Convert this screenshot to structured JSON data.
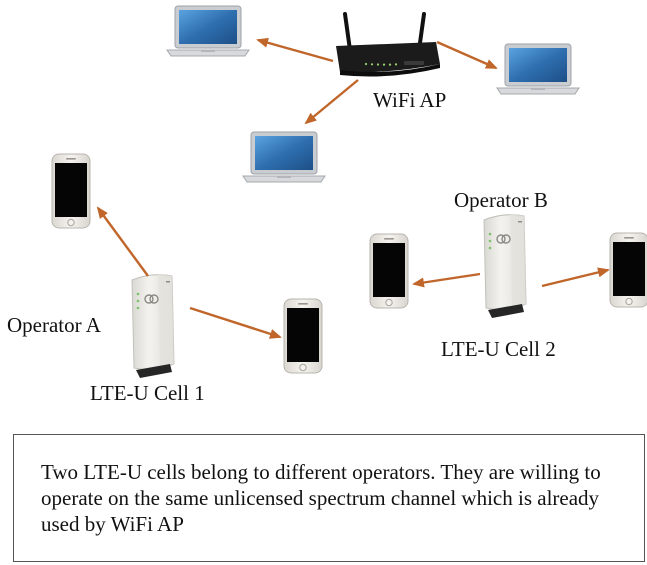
{
  "labels": {
    "wifi_ap": "WiFi AP",
    "operator_a": "Operator A",
    "operator_b": "Operator B",
    "cell_1": "LTE-U Cell 1",
    "cell_2": "LTE-U Cell 2"
  },
  "caption": "Two LTE-U cells belong to different operators. They are willing to operate on the same unlicensed spectrum channel which is already used by WiFi AP",
  "colors": {
    "arrow": "#c0662a",
    "router_body": "#1b1b1b",
    "laptop_screen": "#2f6fb0",
    "laptop_body": "#d4d6d9",
    "phone_body": "#eceae6",
    "phone_screen": "#050505",
    "cell_body": "#eeede9",
    "cell_base": "#262626"
  }
}
